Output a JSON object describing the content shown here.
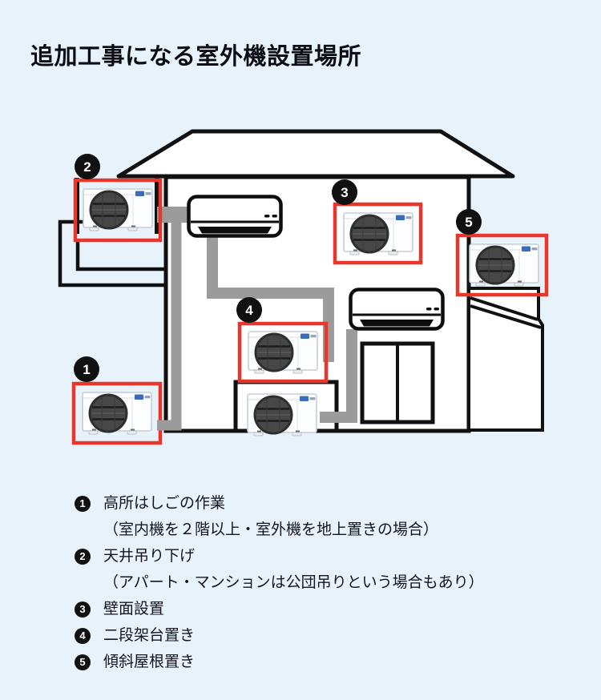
{
  "page": {
    "title": "追加工事になる室外機設置場所"
  },
  "colors": {
    "background": "#e7f2fb",
    "highlight_red": "#e8362c",
    "pipe_gray": "#9b9b9b",
    "line_black": "#111111",
    "text_dark": "#14141e",
    "logo_blue": "#3a6db7"
  },
  "legend": {
    "items": [
      {
        "num": "1",
        "text": "高所はしごの作業",
        "note": "（室内機を２階以上・室外機を地上置きの場合）"
      },
      {
        "num": "2",
        "text": "天井吊り下げ",
        "note": "（アパート・マンションは公団吊りという場合もあり）"
      },
      {
        "num": "3",
        "text": "壁面設置",
        "note": ""
      },
      {
        "num": "4",
        "text": "二段架台置き",
        "note": ""
      },
      {
        "num": "5",
        "text": "傾斜屋根置き",
        "note": ""
      }
    ]
  }
}
